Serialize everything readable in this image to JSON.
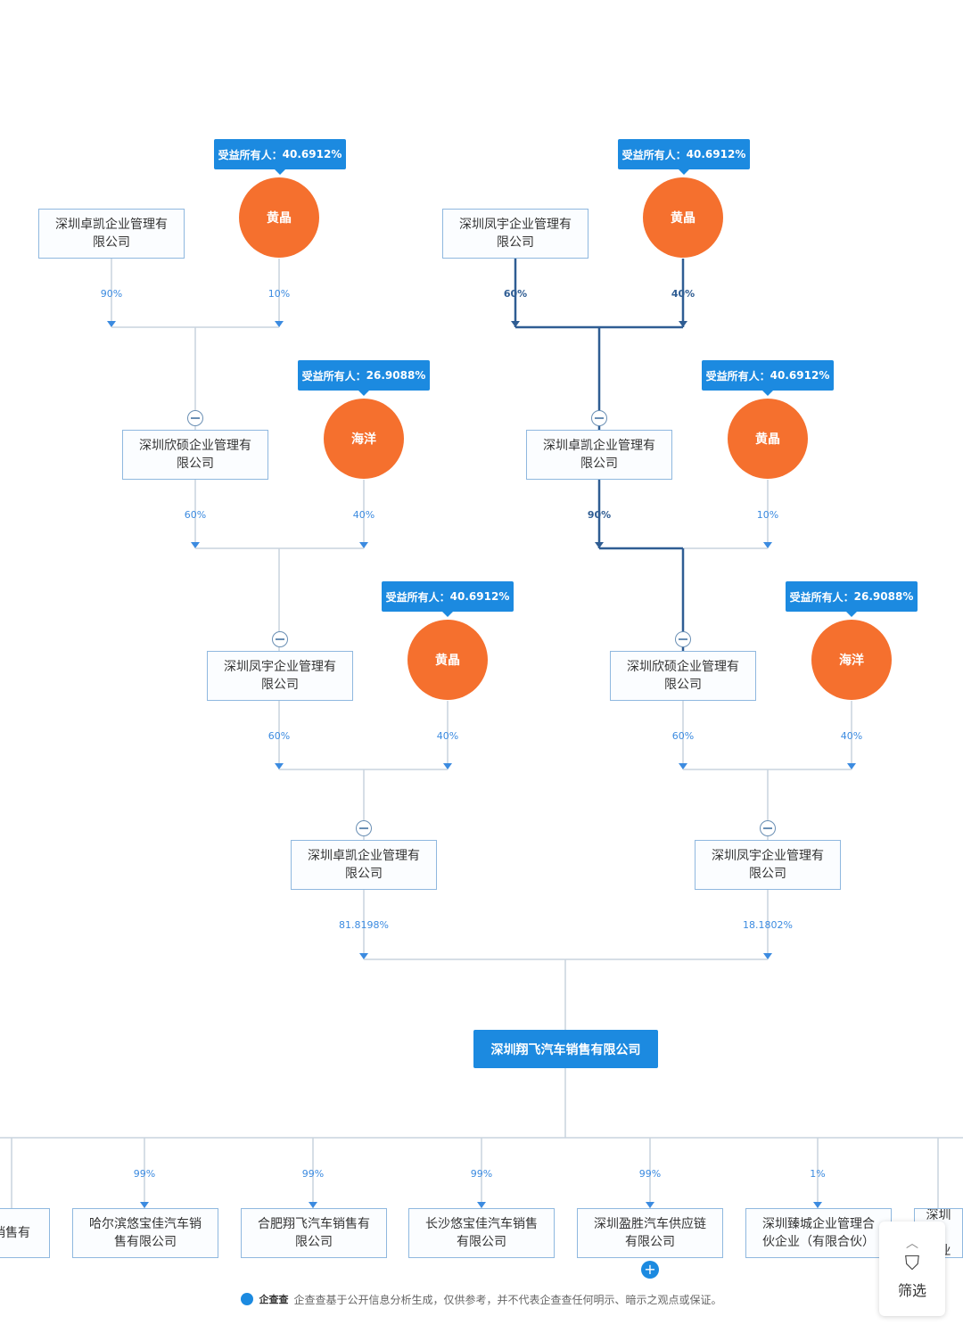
{
  "ubo_prefix": "受益所有人：",
  "nodes": {
    "a1": "深圳卓凯企业管理有\n限公司",
    "a2": "深圳凤宇企业管理有\n限公司",
    "b1": "深圳欣硕企业管理有\n限公司",
    "b2": "深圳卓凯企业管理有\n限公司",
    "c1": "深圳凤宇企业管理有\n限公司",
    "c2": "深圳欣硕企业管理有\n限公司",
    "d1": "深圳卓凯企业管理有\n限公司",
    "d2": "深圳凤宇企业管理有\n限公司"
  },
  "persons": [
    {
      "name": "黄晶",
      "ubo": "40.6912%"
    },
    {
      "name": "黄晶",
      "ubo": "40.6912%"
    },
    {
      "name": "海洋",
      "ubo": "26.9088%"
    },
    {
      "name": "黄晶",
      "ubo": "40.6912%"
    },
    {
      "name": "黄晶",
      "ubo": "40.6912%"
    },
    {
      "name": "海洋",
      "ubo": "26.9088%"
    }
  ],
  "edges": {
    "a1_b1": "90%",
    "p0_b1": "10%",
    "a2_b2": "60%",
    "p1_b2": "40%",
    "b1_c1": "60%",
    "p2_c1": "40%",
    "b2_c2": "90%",
    "p3_c2": "10%",
    "c1_d1": "60%",
    "p4_d1": "40%",
    "c2_d2": "60%",
    "p5_d2": "40%",
    "d1_main": "81.8198%",
    "d2_main": "18.1802%"
  },
  "main_company": "深圳翔飞汽车销售有限公司",
  "subsidiaries": [
    {
      "name": "销售有",
      "pct": ""
    },
    {
      "name": "哈尔滨悠宝佳汽车销\n售有限公司",
      "pct": "99%"
    },
    {
      "name": "合肥翔飞汽车销售有\n限公司",
      "pct": "99%"
    },
    {
      "name": "长沙悠宝佳汽车销售\n有限公司",
      "pct": "99%"
    },
    {
      "name": "深圳盈胜汽车供应链\n有限公司",
      "pct": "99%"
    },
    {
      "name": "深圳臻城企业管理合\n伙企业（有限合伙）",
      "pct": "1%"
    },
    {
      "name": "深圳瑞\n企业",
      "pct": ""
    }
  ],
  "footer": {
    "logo_text": "企查查",
    "disclaimer": "企查查基于公开信息分析生成，仅供参考，并不代表企查查任何明示、暗示之观点或保证。"
  },
  "filter_button": {
    "label": "筛选",
    "chevron_icon": "chevron-up-icon",
    "funnel_icon": "filter-funnel-icon"
  },
  "colors": {
    "person": "#f5702e",
    "tag": "#1c8ae0",
    "highlight_path": "#2f5d93",
    "company_border": "#8fb8df"
  }
}
